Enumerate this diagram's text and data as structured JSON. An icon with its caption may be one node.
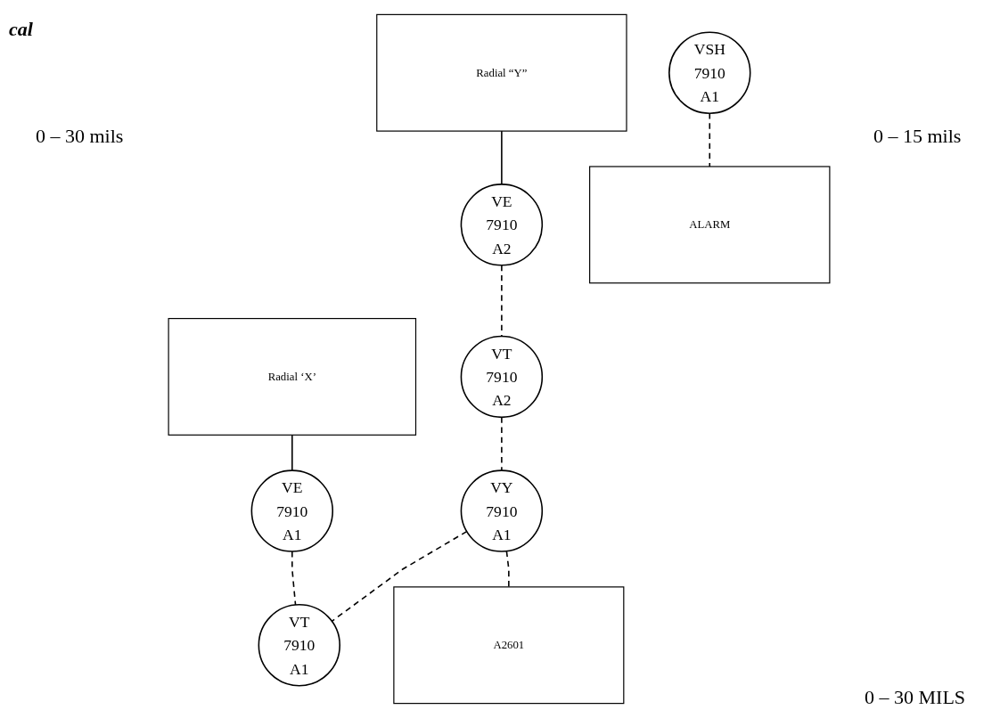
{
  "diagram": {
    "nodes": [
      {
        "text": [
          "Radial “Y”"
        ]
      },
      {
        "text": [
          "Radial ‘X’"
        ]
      },
      {
        "text": [
          "VE 7910 A2"
        ]
      },
      {
        "text": [
          "VE 7910 A1"
        ]
      },
      {
        "text": [
          "VT 7910 A2"
        ]
      },
      {
        "text": [
          "VY 7910 A1"
        ]
      },
      {
        "text": [
          "VT 7910 A1"
        ]
      },
      {
        "text": [
          "A2601"
        ]
      },
      {
        "text": [
          "VSH 7910 A1"
        ]
      },
      {
        "text": [
          "ALARM"
        ]
      }
    ],
    "edges": [
      {
        "from": 0,
        "to": 2,
        "arrow": "none"
      },
      {
        "from": 1,
        "to": 3,
        "arrow": "none"
      },
      {
        "from": 2,
        "to": 4,
        "arrow": "none",
        "style": "dashed"
      },
      {
        "from": 3,
        "to": 6,
        "arrow": "none",
        "style": "dashed"
      },
      {
        "from": 4,
        "to": 5,
        "arrow": "none",
        "style": "dashed"
      },
      {
        "from": 5,
        "to": 6,
        "arrow": "none",
        "style": "dashed"
      },
      {
        "from": 5,
        "to": 7,
        "arrow": "none",
        "style": "dashed"
      },
      {
        "from": 8,
        "to": 9,
        "arrow": "none",
        "style": "dashed"
      }
    ],
    "labels": [
      "cal",
      "0 – 30 mils",
      "0 – 15 mils",
      "0 – 30 MILS"
    ]
  }
}
